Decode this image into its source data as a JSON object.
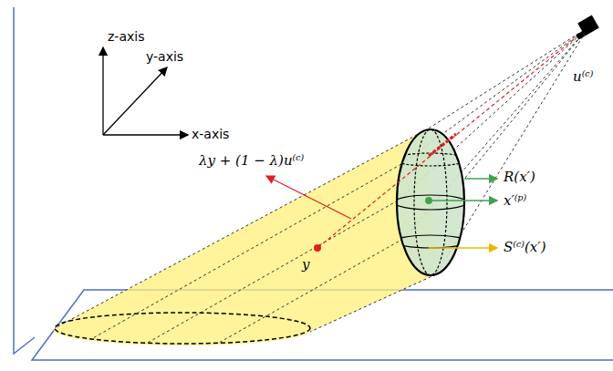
{
  "diagram": {
    "labels": [
      "z-axis",
      "y-axis",
      "x-axis",
      "u⁽ᶜ⁾",
      "λy + (1 − λ)u⁽ᶜ⁾",
      "y",
      "R(x′)",
      "x′⁽ᵖ⁾",
      "S⁽ᶜ⁾(x′)"
    ]
  }
}
